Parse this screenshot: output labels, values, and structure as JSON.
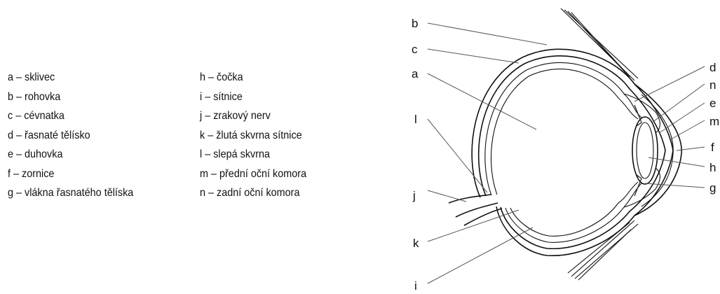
{
  "legend": {
    "left": [
      "a – sklivec",
      "b – rohovka",
      "c – cévnatka",
      "d – řasnaté tělísko",
      "e – duhovka",
      "f – zornice",
      "g – vlákna řasnatého tělíska"
    ],
    "right": [
      "h – čočka",
      "i – sítnice",
      "j – zrakový nerv",
      "k – žlutá skvrna sítnice",
      "l – slepá skvrna",
      "m – přední oční komora",
      "n – zadní oční komora"
    ]
  },
  "diagram_labels": {
    "b": "b",
    "c": "c",
    "a": "a",
    "l": "l",
    "j": "j",
    "k": "k",
    "i": "i",
    "d": "d",
    "n": "n",
    "e": "e",
    "m": "m",
    "f": "f",
    "h": "h",
    "g": "g"
  }
}
